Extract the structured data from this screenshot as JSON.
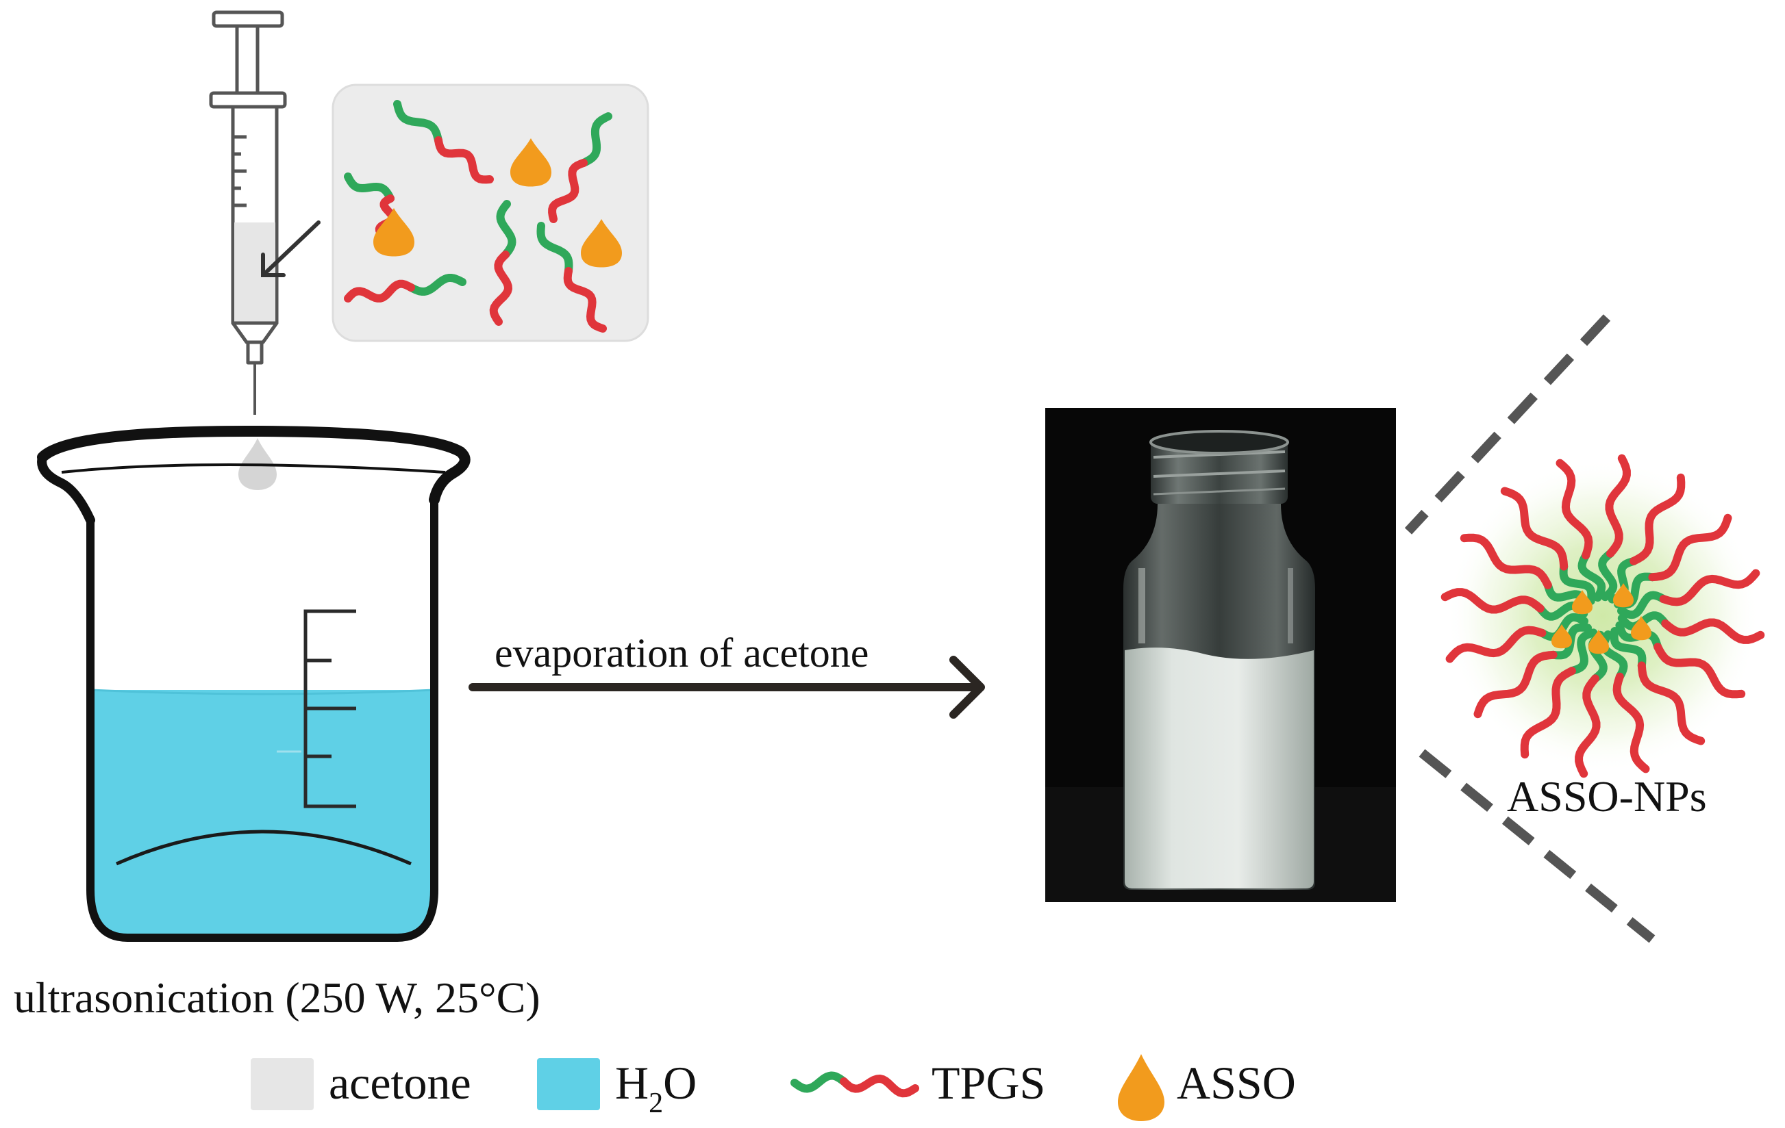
{
  "colors": {
    "acetone": "#e6e6e6",
    "water": "#5fd0e6",
    "tpgs_hydrophilic": "#2fa85a",
    "tpgs_hydrophobic": "#e0353b",
    "asso": "#f29b1d",
    "dark": "#2b2622"
  },
  "labels": {
    "arrow": "evaporation of acetone",
    "ultrasonication": "ultrasonication (250 W, 25°C)",
    "nanoparticle": "ASSO-NPs"
  },
  "legend": {
    "acetone": "acetone",
    "water_main": "H",
    "water_sub": "2",
    "water_tail": "O",
    "tpgs": "TPGS",
    "asso": "ASSO"
  },
  "icons": {
    "syringe": "syringe-icon",
    "beaker": "beaker-icon",
    "vial_photo": "vial-photo",
    "drop": "drop-icon"
  }
}
